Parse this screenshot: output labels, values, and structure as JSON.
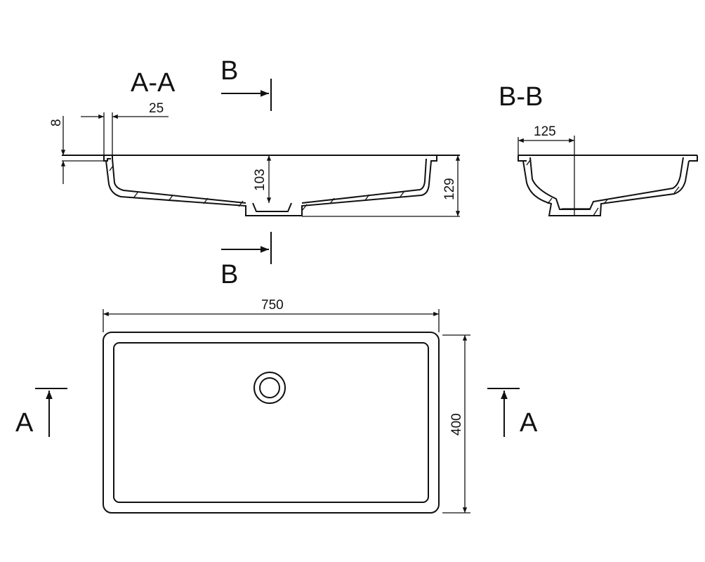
{
  "labels": {
    "section_aa": "A-A",
    "section_bb": "B-B",
    "cut_b_top": "B",
    "cut_b_bottom": "B",
    "cut_a_left": "A",
    "cut_a_right": "A"
  },
  "dimensions": {
    "rim_thickness": "8",
    "rim_width": "25",
    "inner_depth": "103",
    "total_height": "129",
    "drain_offset": "125",
    "length": "750",
    "width": "400"
  },
  "colors": {
    "line": "#111111",
    "background": "#ffffff"
  }
}
